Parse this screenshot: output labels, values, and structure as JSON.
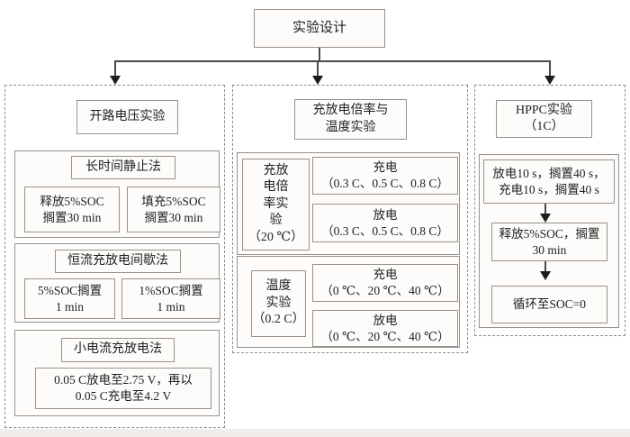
{
  "colors": {
    "box_border": "#98918a",
    "dashed_border": "#8d8d8d",
    "connector_line": "#4a4a4a",
    "arrow": "#1c1c1c",
    "box_fill": "#fdfcfa",
    "text": "#1f1f1f"
  },
  "root": {
    "title": "实验设计"
  },
  "left": {
    "header": "开路电压实验",
    "group1": {
      "title": "长时间静止法",
      "item1": "释放5%SOC\n搁置30 min",
      "item2": "填充5%SOC\n搁置30 min"
    },
    "group2": {
      "title": "恒流充放电间歇法",
      "item1": "5%SOC搁置\n1 min",
      "item2": "1%SOC搁置\n1 min"
    },
    "group3": {
      "title": "小电流充放电法",
      "item1": "0.05 C放电至2.75 V，再以\n0.05 C充电至4.2 V"
    }
  },
  "middle": {
    "header": "充放电倍率与\n温度实验",
    "group1": {
      "label": "充放\n电倍\n率实\n验\n（20 ℃）",
      "item1": "充电\n（0.3 C、0.5 C、0.8 C）",
      "item2": "放电\n（0.3 C、0.5 C、0.8 C）"
    },
    "group2": {
      "label": "温度\n实验\n（0.2 C）",
      "item1": "充电\n（0 ℃、20 ℃、40 ℃）",
      "item2": "放电\n（0 ℃、20 ℃、40 ℃）"
    }
  },
  "right": {
    "header": "HPPC实验\n（1C）",
    "step1": "放电10 s，搁置40 s，\n充电10 s，搁置40 s",
    "step2": "释放5%SOC，搁置\n30 min",
    "step3": "循环至SOC=0"
  }
}
